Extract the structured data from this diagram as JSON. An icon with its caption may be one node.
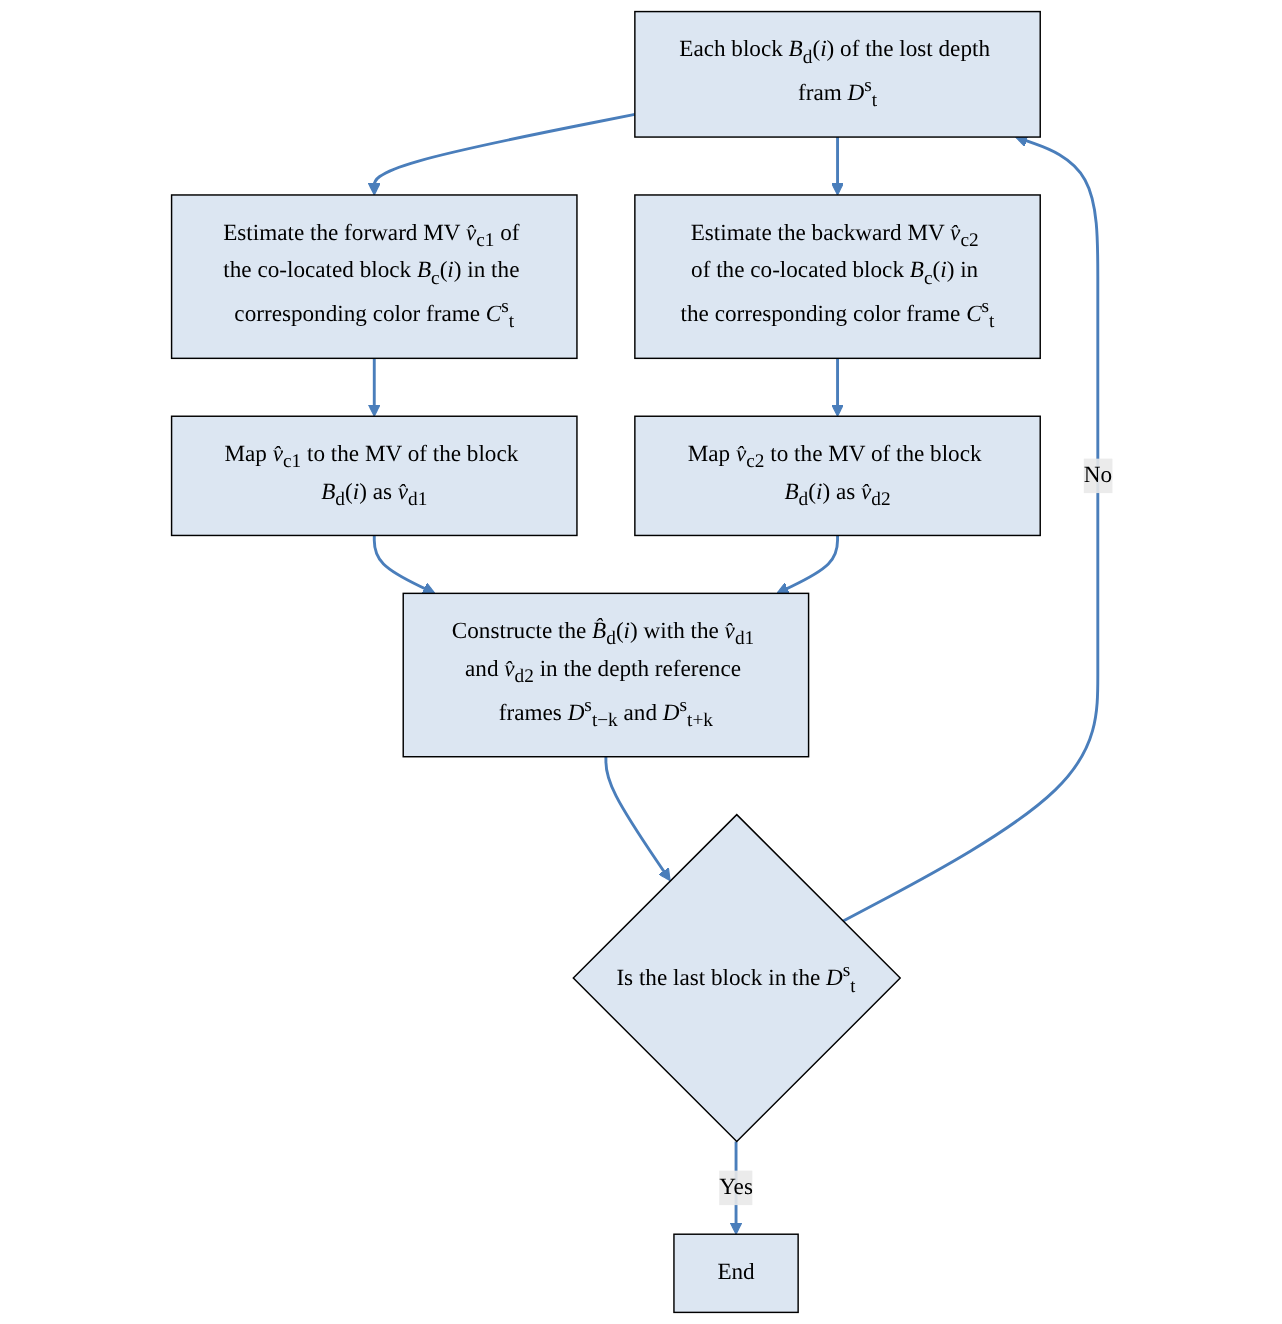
{
  "diagram": {
    "nodes": [
      {
        "text": [
          "Each block *B*$_{d}$(*i*) of the lost depth fram *D*$^{s}$$_{t}$"
        ]
      },
      {
        "text": [
          "Estimate the forward MV *v̂*$_{c1}$ of the co-located block *B*$_{c}$(*i*) in the corresponding color frame *C*$^{s}$$_{t}$"
        ]
      },
      {
        "text": [
          "Estimate the backward MV *v̂*$_{c2}$ of the co-located block *B*$_{c}$(*i*) in the corresponding color frame *C*$^{s}$$_{t}$"
        ]
      },
      {
        "text": [
          "Map *v̂*$_{c1}$ to the MV of the block *B*$_{d}$(*i*) as *v̂*$_{d1}$"
        ]
      },
      {
        "text": [
          "Map *v̂*$_{c2}$ to the MV of the block *B*$_{d}$(*i*) as *v̂*$_{d2}$"
        ]
      },
      {
        "text": [
          "Constructe the *B̂*$_{d}$(*i*) with the *v̂*$_{d1}$ and *v̂*$_{d2}$ in the depth reference frames *D*$^{s}$$_{t−k}$ and *D*$^{s}$$_{t+k}$"
        ]
      },
      {
        "text": [
          "Is the last block in the *D*$^{s}$$_{t}$"
        ]
      },
      {
        "text": [
          "End"
        ]
      }
    ],
    "edges": [
      {
        "from": 0,
        "to": 1,
        "arrow": "to"
      },
      {
        "from": 0,
        "to": 2,
        "arrow": "to"
      },
      {
        "from": 1,
        "to": 3,
        "arrow": "to"
      },
      {
        "from": 2,
        "to": 4,
        "arrow": "to"
      },
      {
        "from": 3,
        "to": 5,
        "arrow": "to"
      },
      {
        "from": 4,
        "to": 5,
        "arrow": "to"
      },
      {
        "from": 5,
        "to": 6,
        "arrow": "to"
      },
      {
        "from": 6,
        "to": 7,
        "label": "Yes",
        "arrow": "to"
      },
      {
        "from": 6,
        "to": 0,
        "label": "No",
        "arrow": "to"
      }
    ]
  }
}
